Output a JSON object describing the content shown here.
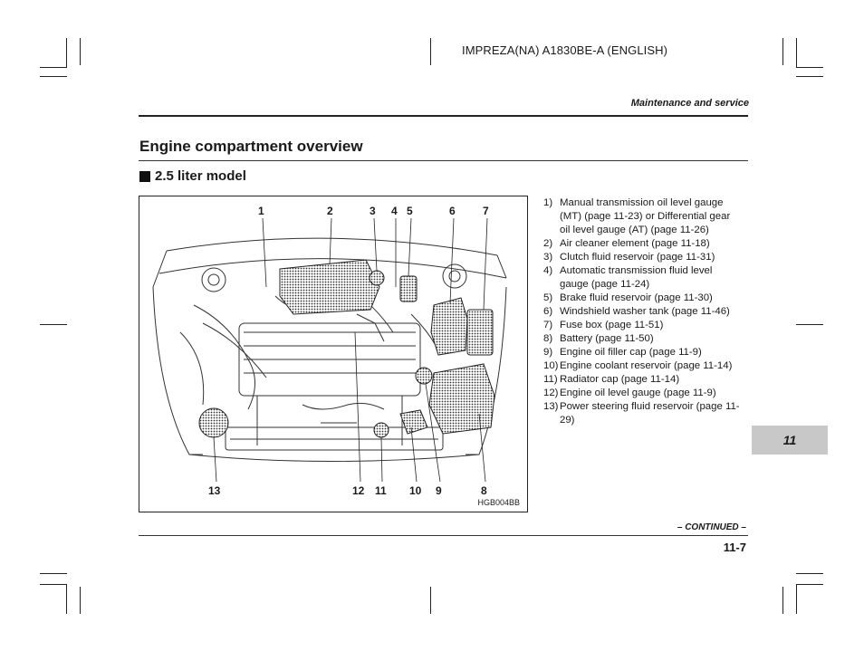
{
  "header": {
    "doc_code": "IMPREZA(NA) A1830BE-A (ENGLISH)",
    "section": "Maintenance and service"
  },
  "title": "Engine compartment overview",
  "subtitle": "2.5 liter model",
  "figure": {
    "code": "HGB004BB",
    "callouts_top": [
      "1",
      "2",
      "3",
      "4",
      "5",
      "6",
      "7"
    ],
    "callouts_bottom": [
      "13",
      "12",
      "11",
      "10",
      "9",
      "8"
    ]
  },
  "items": [
    {
      "num": "1)",
      "text": "Manual transmission oil level gauge (MT) (page 11-23) or Differential gear oil level gauge (AT) (page 11-26)"
    },
    {
      "num": "2)",
      "text": "Air cleaner element (page 11-18)"
    },
    {
      "num": "3)",
      "text": "Clutch fluid reservoir (page 11-31)"
    },
    {
      "num": "4)",
      "text": "Automatic transmission fluid level gauge (page 11-24)"
    },
    {
      "num": "5)",
      "text": "Brake fluid reservoir (page 11-30)"
    },
    {
      "num": "6)",
      "text": "Windshield washer tank (page 11-46)"
    },
    {
      "num": "7)",
      "text": "Fuse box (page 11-51)"
    },
    {
      "num": "8)",
      "text": "Battery (page 11-50)"
    },
    {
      "num": "9)",
      "text": "Engine oil filler cap (page 11-9)"
    },
    {
      "num": "10)",
      "text": "Engine coolant reservoir (page 11-14)"
    },
    {
      "num": "11)",
      "text": "Radiator cap (page 11-14)"
    },
    {
      "num": "12)",
      "text": "Engine oil level gauge (page 11-9)"
    },
    {
      "num": "13)",
      "text": "Power steering fluid reservoir (page 11-29)"
    }
  ],
  "chapter_tab": "11",
  "continued": "– CONTINUED –",
  "page_number": "11-7"
}
